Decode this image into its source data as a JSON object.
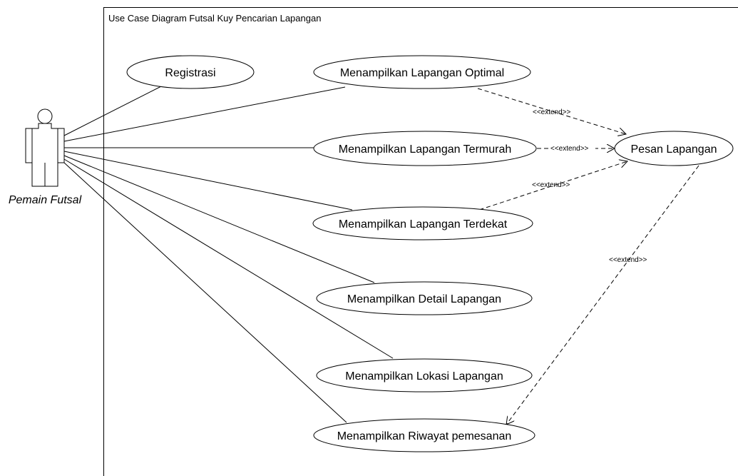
{
  "diagram": {
    "title": "Use Case Diagram Futsal Kuy Pencarian Lapangan",
    "actor": {
      "name": "Pemain Futsal"
    },
    "use_cases": [
      {
        "id": "registrasi",
        "label": "Registrasi"
      },
      {
        "id": "optimal",
        "label": "Menampilkan Lapangan Optimal"
      },
      {
        "id": "termurah",
        "label": "Menampilkan Lapangan Termurah"
      },
      {
        "id": "terdekat",
        "label": "Menampilkan Lapangan Terdekat"
      },
      {
        "id": "detail",
        "label": "Menampilkan Detail Lapangan"
      },
      {
        "id": "lokasi",
        "label": "Menampilkan Lokasi Lapangan"
      },
      {
        "id": "riwayat",
        "label": "Menampilkan Riwayat pemesanan"
      },
      {
        "id": "pesan",
        "label": "Pesan Lapangan"
      }
    ],
    "associations": [
      {
        "from": "actor",
        "to": "registrasi"
      },
      {
        "from": "actor",
        "to": "optimal"
      },
      {
        "from": "actor",
        "to": "termurah"
      },
      {
        "from": "actor",
        "to": "terdekat"
      },
      {
        "from": "actor",
        "to": "detail"
      },
      {
        "from": "actor",
        "to": "lokasi"
      },
      {
        "from": "actor",
        "to": "riwayat"
      }
    ],
    "extends": [
      {
        "from": "optimal",
        "to": "pesan",
        "label": "<<extend>>"
      },
      {
        "from": "termurah",
        "to": "pesan",
        "label": "<<extend>>"
      },
      {
        "from": "terdekat",
        "to": "pesan",
        "label": "<<extend>>"
      },
      {
        "from": "pesan",
        "to": "riwayat",
        "label": "<<extend>>"
      }
    ]
  }
}
